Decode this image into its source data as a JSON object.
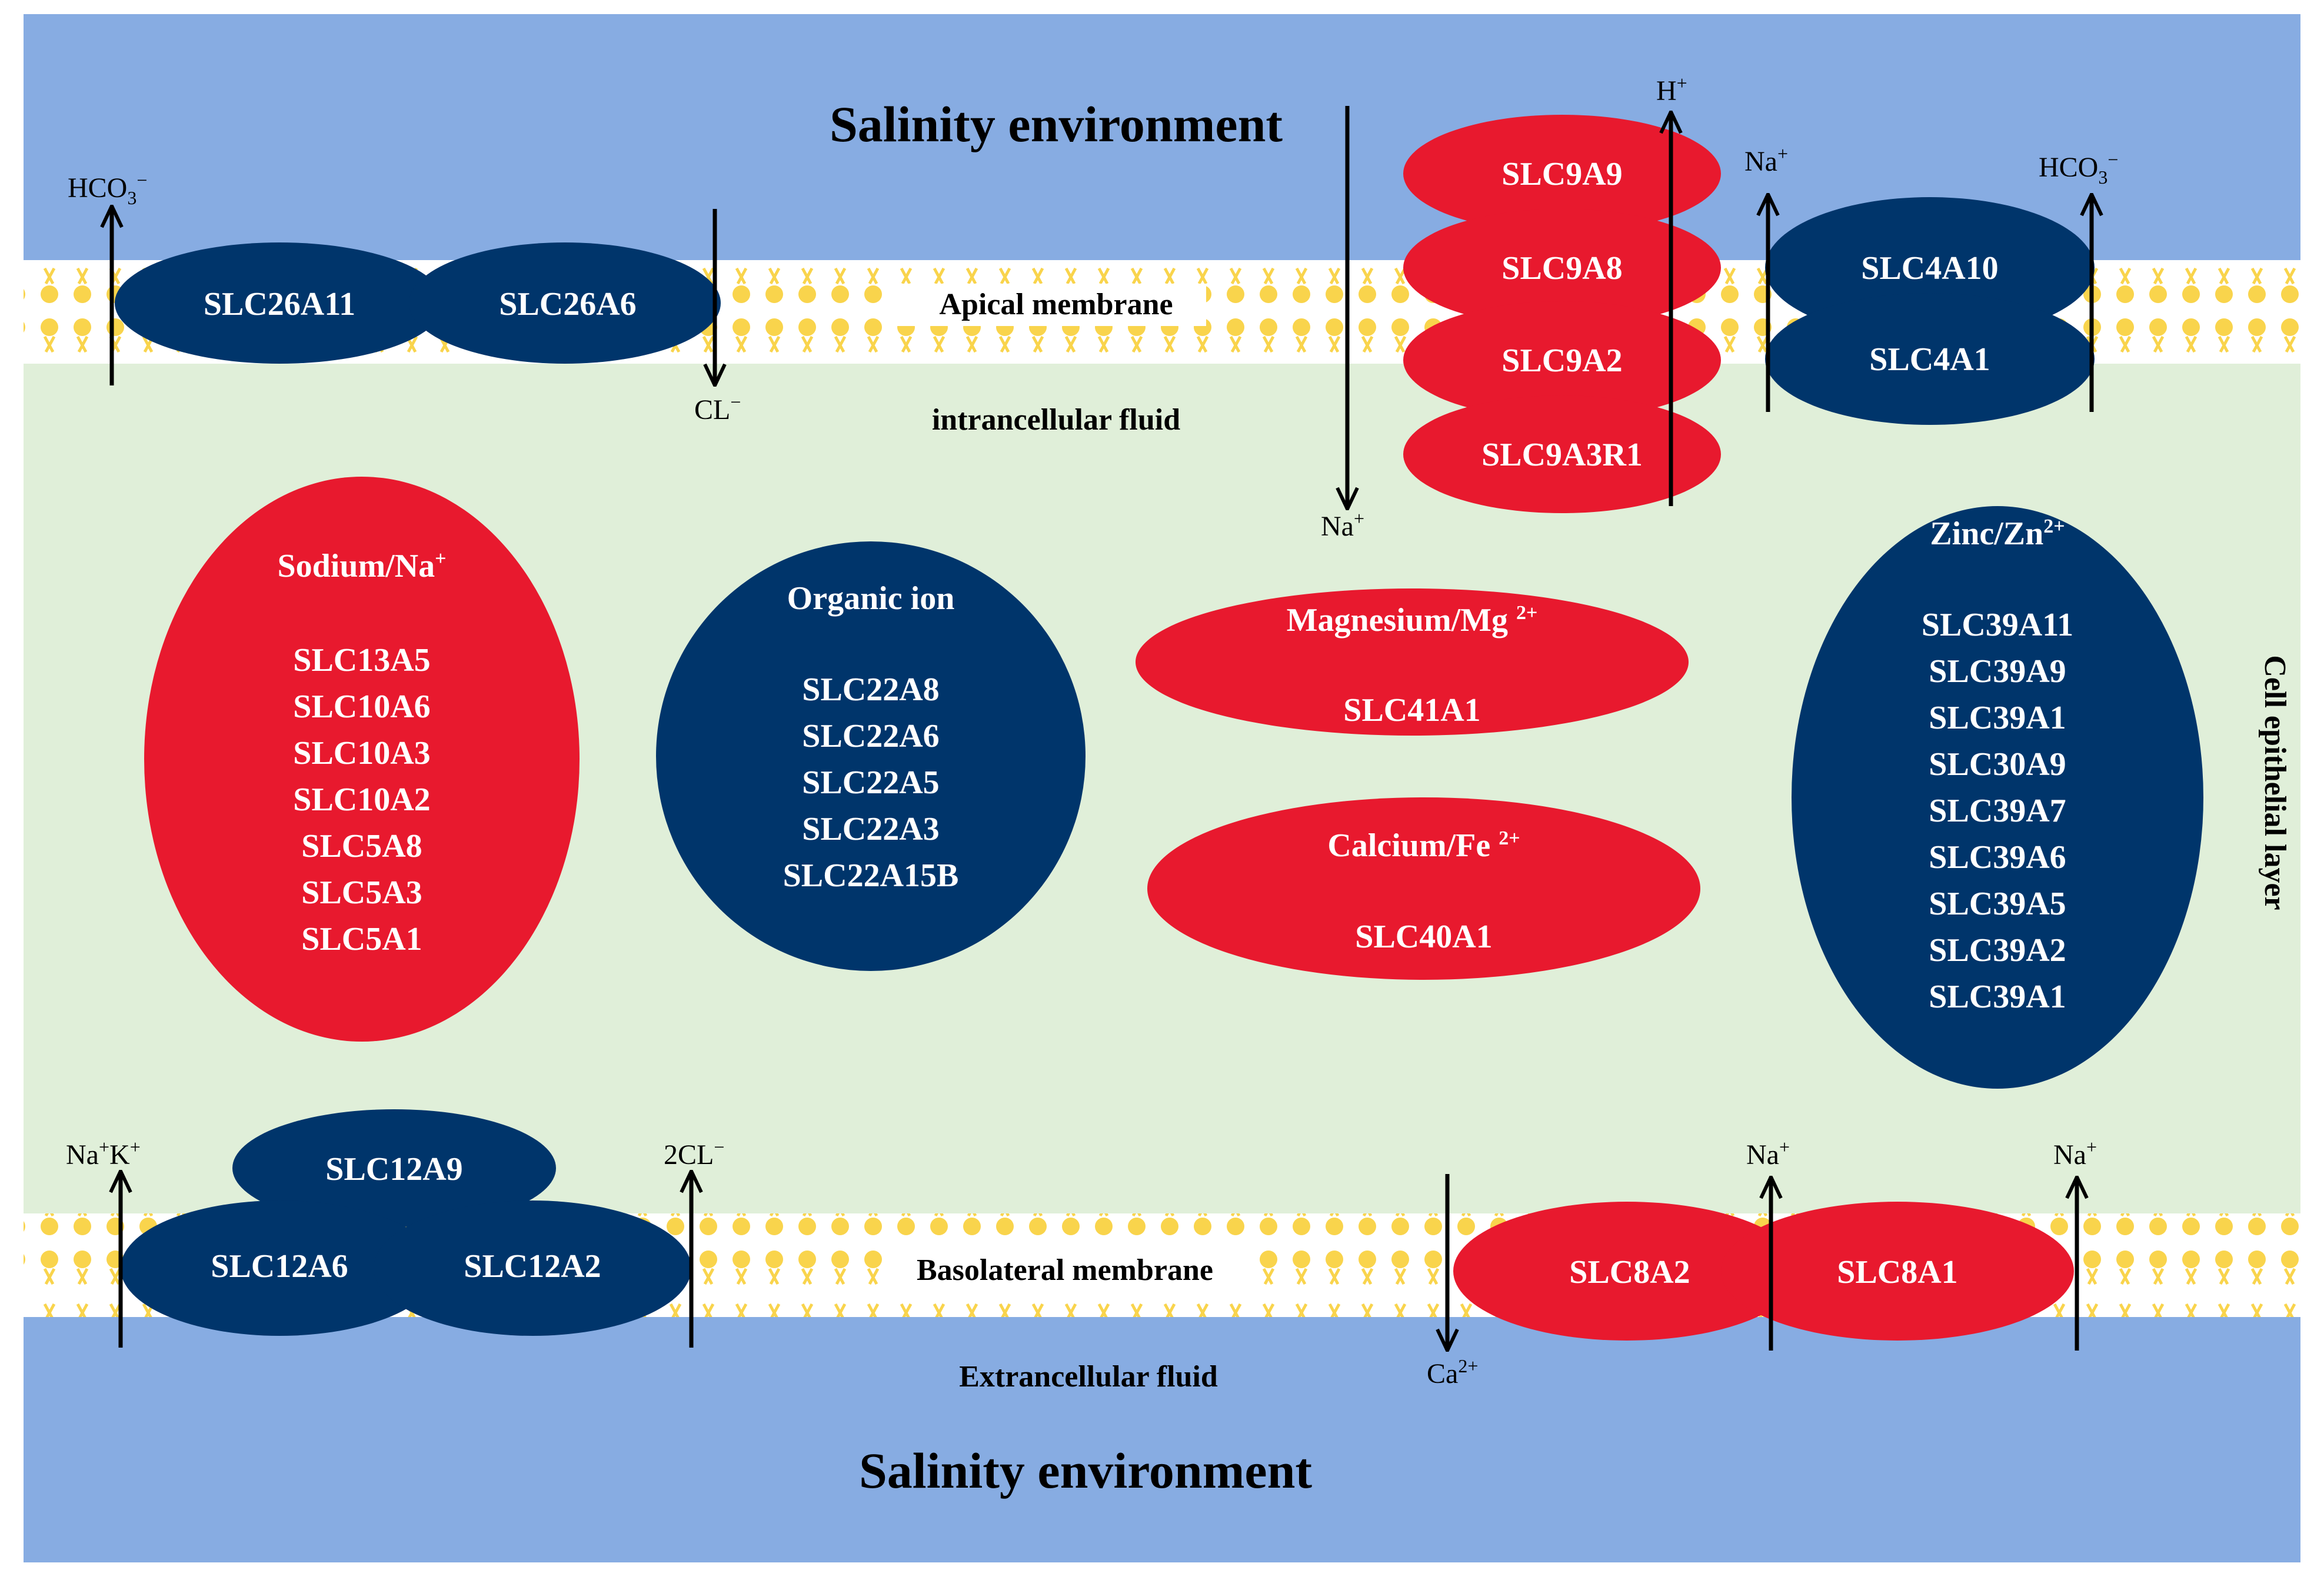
{
  "colors": {
    "salinity_bg": "#87ace2",
    "cell_bg": "#e0efd9",
    "membrane_bg": "#ffffff",
    "lipid": "#f9d44c",
    "navy_protein": "#00356b",
    "red_protein": "#e8192e"
  },
  "regions": {
    "salinity_top": "Salinity environment",
    "salinity_bottom": "Salinity environment",
    "apical_membrane": "Apical membrane",
    "basolateral_membrane": "Basolateral membrane",
    "intracellular_fluid": "intrancellular fluid",
    "extracellular_fluid": "Extrancellular fluid",
    "cell_epithelial_layer": "Cell epithelial layer"
  },
  "apical_transporters": {
    "slc26": [
      "SLC26A11",
      "SLC26A6"
    ],
    "slc9": [
      "SLC9A9",
      "SLC9A8",
      "SLC9A2",
      "SLC9A3R1"
    ],
    "slc4": [
      "SLC4A10",
      "SLC4A1"
    ]
  },
  "basolateral_transporters": {
    "slc12": [
      "SLC12A9",
      "SLC12A6",
      "SLC12A2"
    ],
    "slc8": [
      "SLC8A2",
      "SLC8A1"
    ]
  },
  "groups": {
    "sodium": {
      "title_base": "Sodium/Na",
      "title_sup": "+",
      "genes": [
        "SLC13A5",
        "SLC10A6",
        "SLC10A3",
        "SLC10A2",
        "SLC5A8",
        "SLC5A3",
        "SLC5A1"
      ]
    },
    "organic": {
      "title": "Organic ion",
      "genes": [
        "SLC22A8",
        "SLC22A6",
        "SLC22A5",
        "SLC22A3",
        "SLC22A15B"
      ]
    },
    "magnesium": {
      "title_base": "Magnesium/Mg ",
      "title_sup": "2+",
      "genes": [
        "SLC41A1"
      ]
    },
    "calcium": {
      "title_base": "Calcium/Fe ",
      "title_sup": "2+",
      "genes": [
        "SLC40A1"
      ]
    },
    "zinc": {
      "title_base": "Zinc/Zn",
      "title_sup": "2+",
      "genes": [
        "SLC39A11",
        "SLC39A9",
        "SLC39A1",
        "SLC30A9",
        "SLC39A7",
        "SLC39A6",
        "SLC39A5",
        "SLC39A2",
        "SLC39A1"
      ]
    }
  },
  "ions": {
    "hco3_left": {
      "base": "HCO",
      "sub": "3",
      "sup": "−"
    },
    "cl_apical": {
      "base": "CL",
      "sup": "−"
    },
    "h_plus": {
      "base": "H",
      "sup": "+"
    },
    "na_slc9": {
      "base": "Na",
      "sup": "+"
    },
    "na_slc4": {
      "base": "Na",
      "sup": "+"
    },
    "hco3_right": {
      "base": "HCO",
      "sub": "3",
      "sup": "−"
    },
    "nak": {
      "base1": "Na",
      "sup1": "+",
      "base2": "K",
      "sup2": "+"
    },
    "cl2_baso": {
      "base": "2CL",
      "sup": "−"
    },
    "ca": {
      "base": "Ca",
      "sup": "2+"
    },
    "na_slc8_mid": {
      "base": "Na",
      "sup": "+"
    },
    "na_slc8_right": {
      "base": "Na",
      "sup": "+"
    }
  }
}
